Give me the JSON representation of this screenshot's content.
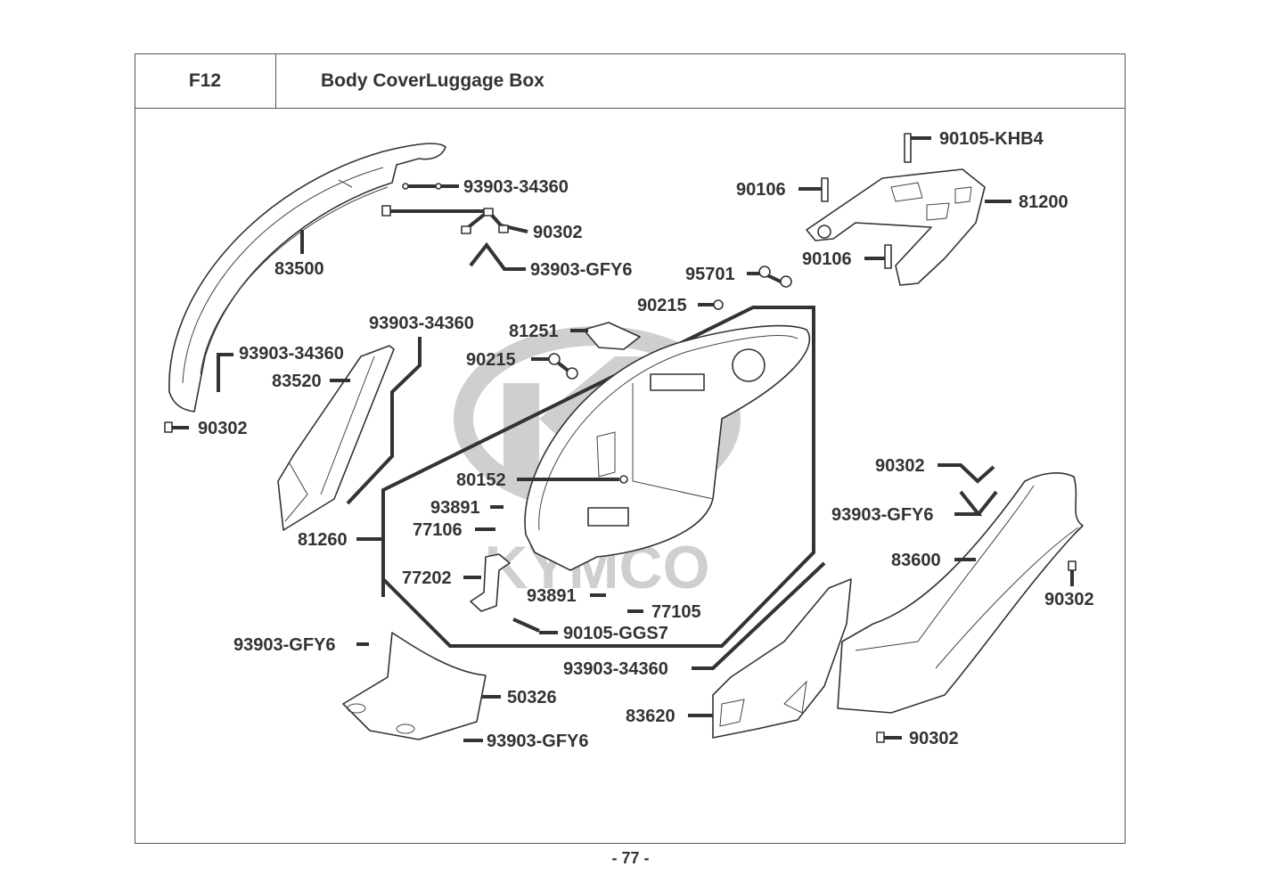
{
  "header": {
    "section_code": "F12",
    "section_title": "Body CoverLuggage Box"
  },
  "footer": {
    "page_number": "- 77 -"
  },
  "watermark": {
    "brand": "KYMCO",
    "color": "#cfcfcf"
  },
  "callouts": [
    {
      "id": "c01",
      "part_no": "93903-34360",
      "component": "screw"
    },
    {
      "id": "c02",
      "part_no": "90302",
      "component": "clip-nut"
    },
    {
      "id": "c03",
      "part_no": "93903-GFY6",
      "component": "screw"
    },
    {
      "id": "c04",
      "part_no": "83500",
      "component": "rear-center-cover"
    },
    {
      "id": "c05",
      "part_no": "90105-KHB4",
      "component": "bolt"
    },
    {
      "id": "c06",
      "part_no": "90106",
      "component": "bolt"
    },
    {
      "id": "c07",
      "part_no": "81200",
      "component": "rear-carrier"
    },
    {
      "id": "c08",
      "part_no": "90106",
      "component": "bolt"
    },
    {
      "id": "c09",
      "part_no": "95701",
      "component": "bolt"
    },
    {
      "id": "c10",
      "part_no": "90215",
      "component": "cap"
    },
    {
      "id": "c11",
      "part_no": "93903-34360",
      "component": "screw"
    },
    {
      "id": "c12",
      "part_no": "81251",
      "component": "lid"
    },
    {
      "id": "c13",
      "part_no": "93903-34360",
      "component": "screw"
    },
    {
      "id": "c14",
      "part_no": "90215",
      "component": "cap"
    },
    {
      "id": "c15",
      "part_no": "83520",
      "component": "left-side-cover"
    },
    {
      "id": "c16",
      "part_no": "90302",
      "component": "clip-nut"
    },
    {
      "id": "c17",
      "part_no": "80152",
      "component": "grommet"
    },
    {
      "id": "c18",
      "part_no": "93891",
      "component": "screw"
    },
    {
      "id": "c19",
      "part_no": "77106",
      "component": "bracket"
    },
    {
      "id": "c20",
      "part_no": "81260",
      "component": "luggage-box"
    },
    {
      "id": "c21",
      "part_no": "77202",
      "component": "seat-hinge"
    },
    {
      "id": "c22",
      "part_no": "93891",
      "component": "screw"
    },
    {
      "id": "c23",
      "part_no": "77105",
      "component": "bracket"
    },
    {
      "id": "c24",
      "part_no": "90105-GGS7",
      "component": "bolt"
    },
    {
      "id": "c25",
      "part_no": "90302",
      "component": "clip-nut"
    },
    {
      "id": "c26",
      "part_no": "93903-GFY6",
      "component": "screw"
    },
    {
      "id": "c27",
      "part_no": "83600",
      "component": "right-body-cover"
    },
    {
      "id": "c28",
      "part_no": "90302",
      "component": "clip-nut"
    },
    {
      "id": "c29",
      "part_no": "93903-GFY6",
      "component": "screw"
    },
    {
      "id": "c30",
      "part_no": "50326",
      "component": "under-tray"
    },
    {
      "id": "c31",
      "part_no": "93903-34360",
      "component": "screw"
    },
    {
      "id": "c32",
      "part_no": "83620",
      "component": "right-side-cover"
    },
    {
      "id": "c33",
      "part_no": "93903-GFY6",
      "component": "screw"
    },
    {
      "id": "c34",
      "part_no": "90302",
      "component": "clip-nut"
    }
  ]
}
